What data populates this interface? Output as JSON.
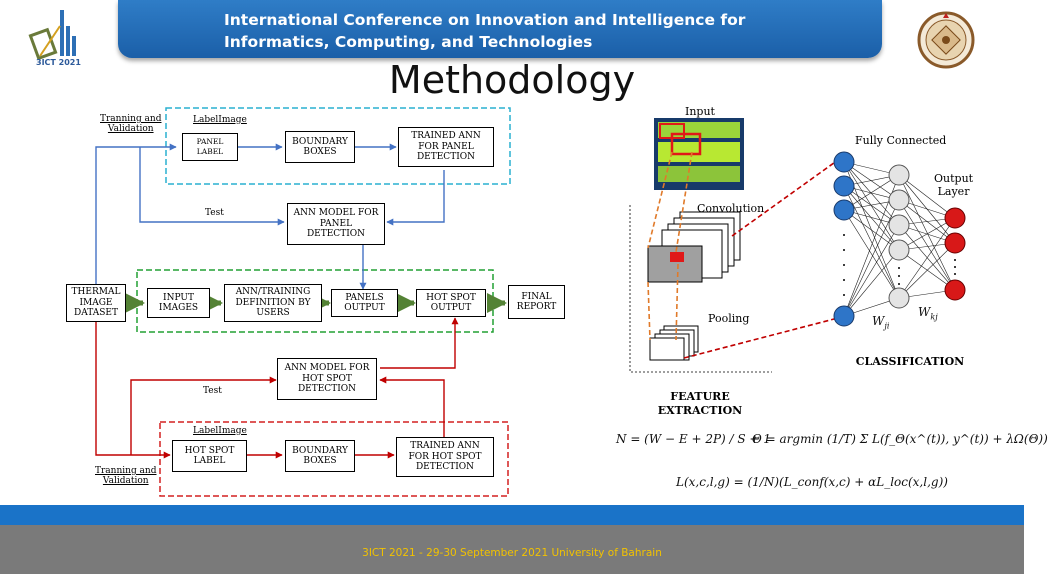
{
  "header": {
    "banner_line1": "International Conference on Innovation and Intelligence for",
    "banner_line2": "Informatics, Computing, and Technologies",
    "left_logo_text": "3ICT 2021",
    "page_title": "Methodology"
  },
  "flowchart": {
    "panel_training_label": "Tranning and\nValidation",
    "panel_labelimage": "LabelImage",
    "panel_label_box": "PANEL\nLABEL",
    "panel_boundary": "BOUNDARY\nBOXES",
    "panel_trained_ann": "TRAINED ANN\nFOR PANEL\nDETECTION",
    "test_label_1": "Test",
    "ann_model_panel": "ANN MODEL FOR\nPANEL\nDETECTION",
    "thermal_dataset": "THERMAL\nIMAGE\nDATASET",
    "input_images": "INPUT\nIMAGES",
    "ann_training_def": "ANN/TRAINING\nDEFINITION BY\nUSERS",
    "panels_output": "PANELS\nOUTPUT",
    "hotspot_output": "HOT SPOT\nOUTPUT",
    "final_report": "FINAL\nREPORT",
    "ann_model_hotspot": "ANN MODEL FOR\nHOT SPOT\nDETECTION",
    "test_label_2": "Test",
    "hotspot_labelimage": "LabelImage",
    "hotspot_label_box": "HOT SPOT\nLABEL",
    "hotspot_boundary": "BOUNDARY\nBOXES",
    "hotspot_trained_ann": "TRAINED ANN\nFOR HOT SPOT\nDETECTION",
    "hotspot_training_label": "Tranning and\nValidation"
  },
  "cnn": {
    "input_label": "Input",
    "convolution_label": "Convolution",
    "pooling_label": "Pooling",
    "fully_connected_label": "Fully Connected",
    "output_layer_label": "Output\nLayer",
    "w_ji": "W",
    "w_ji_sub": "ji",
    "w_kj": "W",
    "w_kj_sub": "kj",
    "feature_extraction": "FEATURE\nEXTRACTION",
    "classification": "CLASSIFICATION"
  },
  "equations": {
    "eq1": "N = (W − E + 2P) / S + 1",
    "eq2": "Θ = argmin (1/T) Σ L(f_Θ(x^(t)), y^(t)) + λΩ(Θ))",
    "eq3": "L(x,c,l,g) = (1/N)(L_conf(x,c) + αL_loc(x,l,g))"
  },
  "footer": {
    "text": "3ICT 2021 - 29-30 September 2021   University of Bahrain"
  },
  "colors": {
    "banner": "#1b5fa8",
    "blue_arrow": "#4472c4",
    "red_arrow": "#c00000",
    "green_arrow": "#548235",
    "cyan_dash": "#2ab0d0",
    "green_dash": "#22a033",
    "red_dash": "#d42020",
    "footer_text": "#f2c200"
  }
}
